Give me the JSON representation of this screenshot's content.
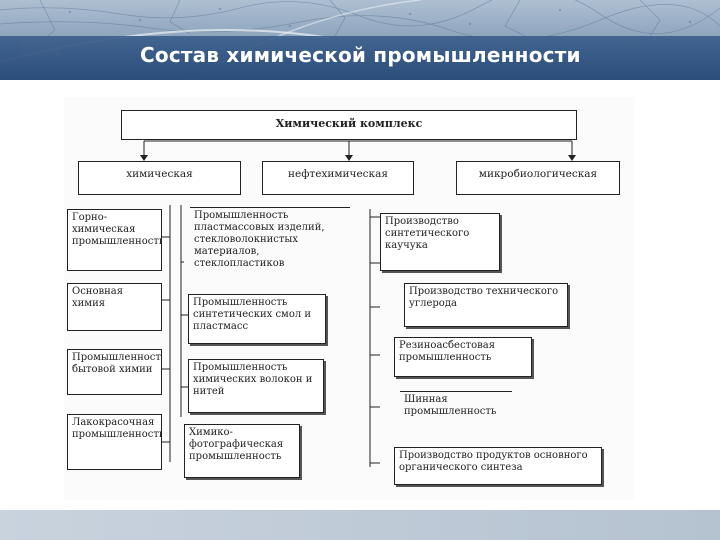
{
  "slide": {
    "title": "Состав химической промышленности",
    "colors": {
      "header": "#3c5f8c",
      "title_text": "#ffffff",
      "footer": "#c9d3de"
    }
  },
  "diagram": {
    "root": "Химический комплекс",
    "branches": {
      "chemical": "химическая",
      "petrochemical": "нефтехимическая",
      "microbiological": "микробиологическая"
    },
    "chemical_items": [
      "Горно-химическая промышленность",
      "Основная химия",
      "Промышленность бытовой химии",
      "Лакокрасочная промышленность"
    ],
    "petro_items": [
      "Промышленность пластмассовых изделий, стекловолокнистых материалов, стеклопластиков",
      "Промышленность синтетических смол и пластмасс",
      "Промышленность химических волокон и нитей",
      "Химико-фотографическая промышленность"
    ],
    "micro_items": [
      "Производство синтетического каучука",
      "Производство технического углерода",
      "Резиноасбестовая промышленность",
      "Шинная промышленность",
      "Производство продуктов основного органического синтеза"
    ]
  }
}
